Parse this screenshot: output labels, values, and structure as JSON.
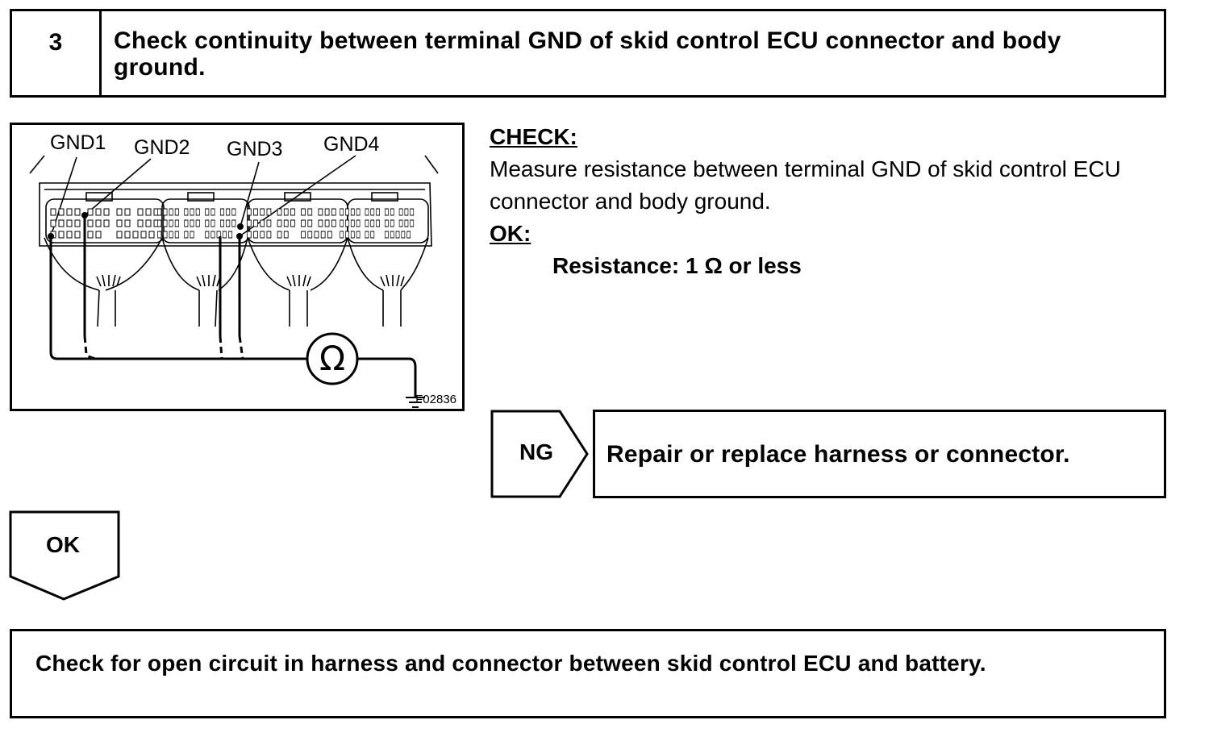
{
  "step": {
    "number": "3",
    "title_line1": "Check continuity between terminal GND of skid control ECU connector and body",
    "title_line2": "ground."
  },
  "diagram": {
    "labels": [
      "GND1",
      "GND2",
      "GND3",
      "GND4"
    ],
    "ohm_symbol": "Ω",
    "figure_code": "F02836"
  },
  "check": {
    "heading": "CHECK:",
    "line1": "Measure resistance between terminal GND of skid control ECU",
    "line2": "connector and body ground.",
    "ok_heading": "OK:",
    "ok_spec": "Resistance: 1 Ω or less"
  },
  "ng": {
    "label": "NG",
    "result": "Repair or replace harness or connector."
  },
  "ok": {
    "label": "OK"
  },
  "next_step": "Check for open circuit in harness and connector between skid control ECU and battery."
}
